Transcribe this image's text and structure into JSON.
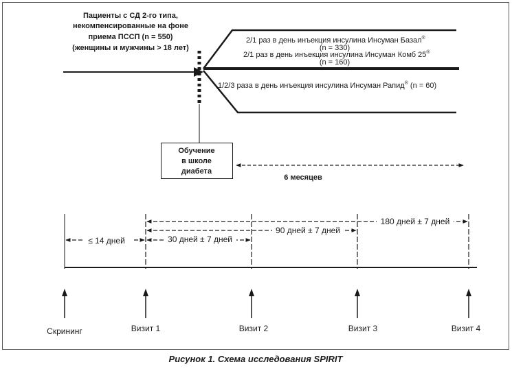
{
  "patients": {
    "line1": "Пациенты с СД 2-го типа,",
    "line2": "некомпенсированные на фоне",
    "line3": "приема ПССП (n = 550)",
    "line4": "(женщины и мужчины > 18 лет)"
  },
  "arms": {
    "basal_text": "2/1 раз в день инъекция инсулина Инсуман Базал",
    "basal_sup": "®",
    "basal_n": "(n = 330)",
    "comb_text": "2/1 раз в день инъекция инсулина Инсуман Комб 25",
    "comb_sup": "®",
    "comb_n": "(n = 160)",
    "rapid_text": "1/2/3 раза в день инъекция инсулина Инсуман Рапид",
    "rapid_sup": "®",
    "rapid_n": " (n = 60)"
  },
  "training": {
    "line1": "Обучение",
    "line2": "в школе",
    "line3": "диабета"
  },
  "duration_label": "6 месяцев",
  "intervals": {
    "d180": "180 дней ± 7 дней",
    "d90": "90 дней ± 7 дней",
    "d30": "30 дней ± 7 дней",
    "d14": "≤ 14 дней"
  },
  "timeline": {
    "screening": "Скрининг",
    "visit1": "Визит 1",
    "visit2": "Визит 2",
    "visit3": "Визит 3",
    "visit4": "Визит 4"
  },
  "caption": "Рисунок 1. Схема исследования SPIRIT"
}
